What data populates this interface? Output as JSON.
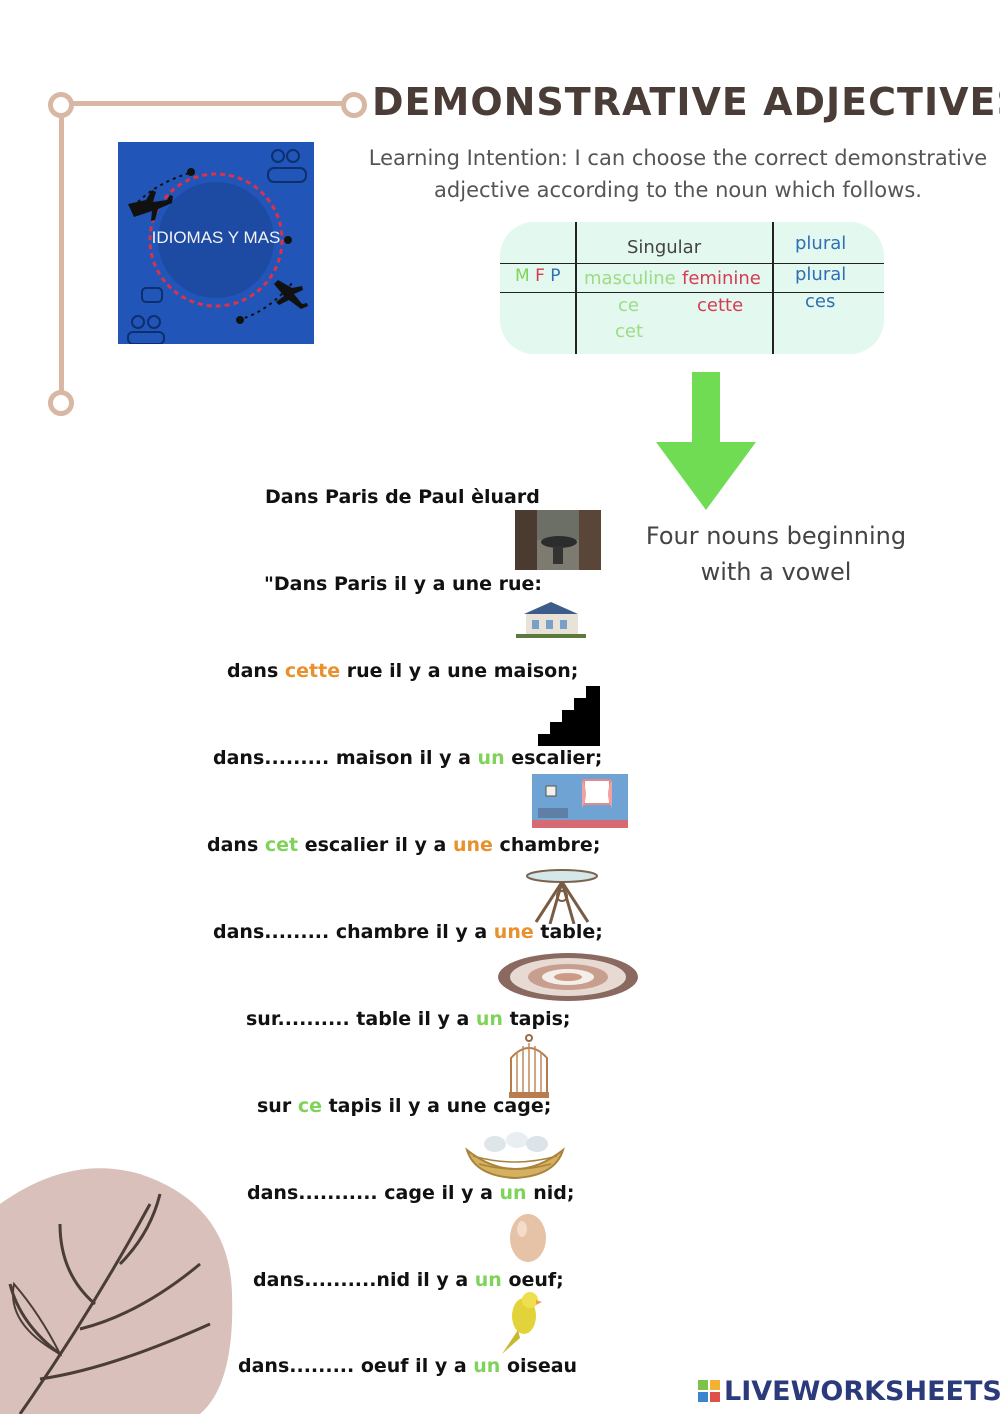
{
  "header": {
    "title": "DEMONSTRATIVE ADJECTIVES",
    "intent_line1": "Learning Intention: I can choose the correct demonstrative",
    "intent_line2": "adjective according to the noun which follows."
  },
  "logo": {
    "text": "IDIOMAS Y MAS"
  },
  "grammar_table": {
    "singular": "Singular",
    "plural_header": "plural",
    "mfp": [
      "M",
      "F",
      "P"
    ],
    "masculine": "masculine",
    "feminine": "feminine",
    "plural": "plural",
    "ce": "ce",
    "cette": "cette",
    "ces": "ces",
    "cet": "cet"
  },
  "arrow_note": {
    "line1": "Four nouns beginning",
    "line2": "with a vowel"
  },
  "poem": {
    "title": "Dans Paris de Paul èluard",
    "l1": "\"Dans Paris il y a une rue:",
    "l2": {
      "a": "dans ",
      "b": "cette",
      "c": " rue il y a une maison;"
    },
    "l3": {
      "a": "dans......... maison il y a ",
      "b": "un",
      "c": " escalier;"
    },
    "l4": {
      "a": "dans ",
      "b": "cet",
      "c": " escalier il y a ",
      "d": "une",
      "e": " chambre;"
    },
    "l5": {
      "a": "dans......... chambre il y a ",
      "b": "une",
      "c": " table;"
    },
    "l6": {
      "a": "sur.......... table il y a ",
      "b": "un",
      "c": " tapis;"
    },
    "l7": {
      "a": "sur ",
      "b": "ce",
      "c": " tapis il y a une cage;"
    },
    "l8": {
      "a": "dans........... cage il y a ",
      "b": "un",
      "c": " nid;"
    },
    "l9": {
      "a": "dans..........nid il y a ",
      "b": "un",
      "c": " oeuf;"
    },
    "l10": {
      "a": "dans......... oeuf il y a ",
      "b": "un",
      "c": " oiseau"
    }
  },
  "brand": {
    "text": "LIVEWORKSHEETS"
  },
  "colors": {
    "accent_orange": "#e8902c",
    "accent_green": "#7fd35b",
    "frame": "#d8b8a5",
    "title": "#4a3c36"
  }
}
